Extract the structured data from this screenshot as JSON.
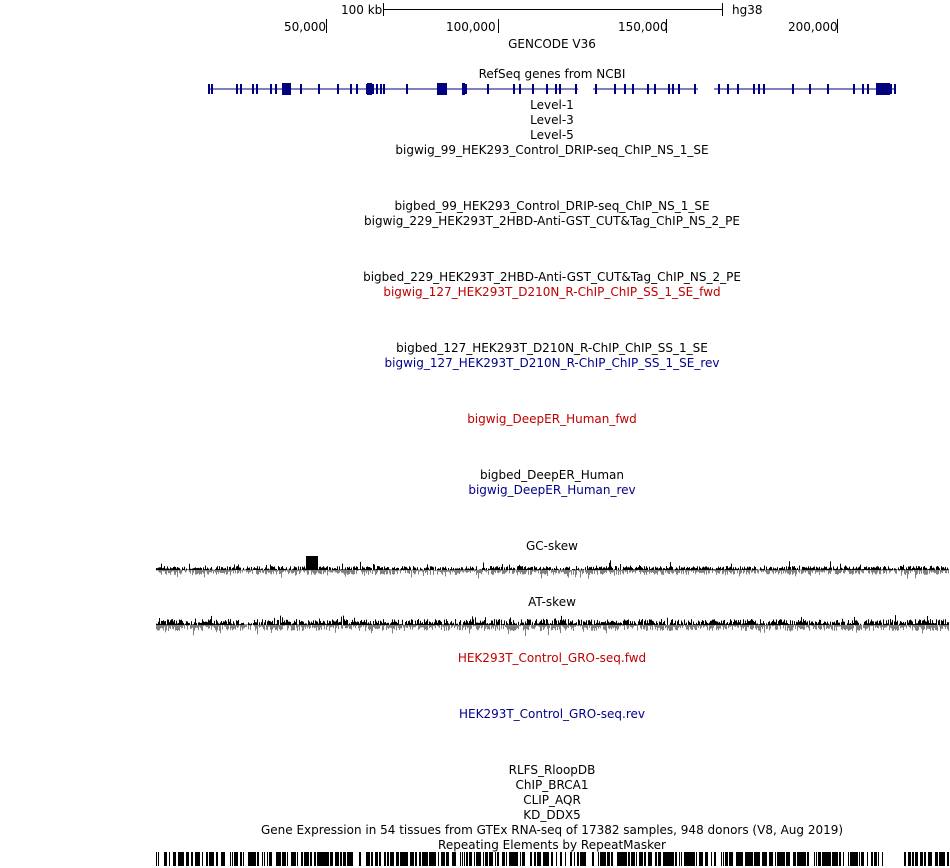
{
  "scale": {
    "label": "100 kb",
    "assembly": "hg38"
  },
  "ruler": {
    "ticks": [
      "50,000",
      "100,000",
      "150,000",
      "200,000"
    ]
  },
  "tracks": {
    "gencode": "GENCODE V36",
    "refseq": "RefSeq genes from NCBI",
    "level1": "Level-1",
    "level3": "Level-3",
    "level5": "Level-5",
    "drip_bigwig": "bigwig_99_HEK293_Control_DRIP-seq_ChIP_NS_1_SE",
    "drip_bigbed": "bigbed_99_HEK293_Control_DRIP-seq_ChIP_NS_1_SE",
    "cuttag_bigwig": "bigwig_229_HEK293T_2HBD-Anti-GST_CUT&Tag_ChIP_NS_2_PE",
    "cuttag_bigbed": "bigbed_229_HEK293T_2HBD-Anti-GST_CUT&Tag_ChIP_NS_2_PE",
    "rchip_fwd": "bigwig_127_HEK293T_D210N_R-ChIP_ChIP_SS_1_SE_fwd",
    "rchip_bigbed": "bigbed_127_HEK293T_D210N_R-ChIP_ChIP_SS_1_SE",
    "rchip_rev": "bigwig_127_HEK293T_D210N_R-ChIP_ChIP_SS_1_SE_rev",
    "deeper_fwd": "bigwig_DeepER_Human_fwd",
    "deeper_bigbed": "bigbed_DeepER_Human",
    "deeper_rev": "bigwig_DeepER_Human_rev",
    "gc_skew": "GC-skew",
    "at_skew": "AT-skew",
    "gro_fwd": "HEK293T_Control_GRO-seq.fwd",
    "gro_rev": "HEK293T_Control_GRO-seq.rev",
    "rlfs": "RLFS_RloopDB",
    "chip_brca1": "ChIP_BRCA1",
    "clip_aqr": "CLIP_AQR",
    "kd_ddx5": "KD_DDX5",
    "gtex": "Gene Expression in 54 tissues from GTEx RNA-seq of 17382 samples, 948 donors (V8, Aug 2019)",
    "repeatmasker": "Repeating Elements by RepeatMasker"
  },
  "colors": {
    "gene": "#000080",
    "fwd_label": "#c00000",
    "rev_label": "#00008b",
    "skew_positive": "#000000",
    "skew_negative": "#808080"
  }
}
